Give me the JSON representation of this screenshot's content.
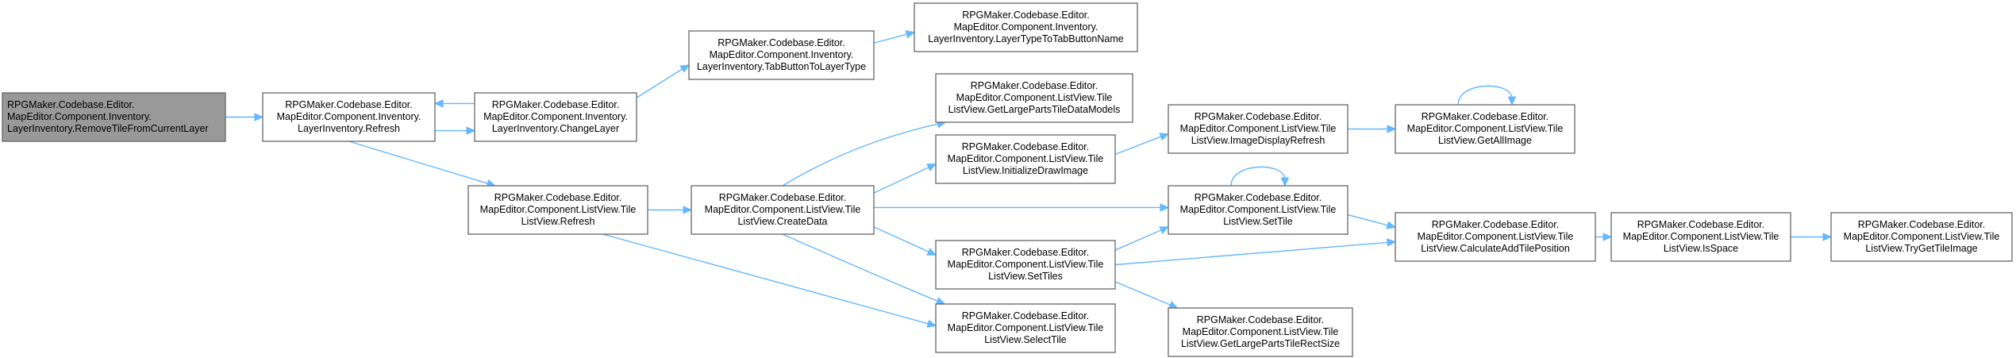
{
  "graph": {
    "background": "#ffffff",
    "edge_color": "#63b8ff",
    "root_fill": "#999999",
    "node_fill": "#ffffff",
    "node_border": "#666666",
    "nodes": [
      {
        "id": "remove",
        "root": true,
        "lines": [
          "RPGMaker.Codebase.Editor.",
          "MapEditor.Component.Inventory.",
          "LayerInventory.RemoveTileFromCurrentLayer"
        ]
      },
      {
        "id": "inv_refresh",
        "lines": [
          "RPGMaker.Codebase.Editor.",
          "MapEditor.Component.Inventory.",
          "LayerInventory.Refresh"
        ]
      },
      {
        "id": "change_layer",
        "lines": [
          "RPGMaker.Codebase.Editor.",
          "MapEditor.Component.Inventory.",
          "LayerInventory.ChangeLayer"
        ]
      },
      {
        "id": "tab_to_layer",
        "lines": [
          "RPGMaker.Codebase.Editor.",
          "MapEditor.Component.Inventory.",
          "LayerInventory.TabButtonToLayerType"
        ]
      },
      {
        "id": "layer_to_tab",
        "lines": [
          "RPGMaker.Codebase.Editor.",
          "MapEditor.Component.Inventory.",
          "LayerInventory.LayerTypeToTabButtonName"
        ]
      },
      {
        "id": "lv_refresh",
        "lines": [
          "RPGMaker.Codebase.Editor.",
          "MapEditor.Component.ListView.Tile",
          "ListView.Refresh"
        ]
      },
      {
        "id": "create_data",
        "lines": [
          "RPGMaker.Codebase.Editor.",
          "MapEditor.Component.ListView.Tile",
          "ListView.CreateData"
        ]
      },
      {
        "id": "get_large_models",
        "lines": [
          "RPGMaker.Codebase.Editor.",
          "MapEditor.Component.ListView.Tile",
          "ListView.GetLargePartsTileDataModels"
        ]
      },
      {
        "id": "init_draw",
        "lines": [
          "RPGMaker.Codebase.Editor.",
          "MapEditor.Component.ListView.Tile",
          "ListView.InitializeDrawImage"
        ]
      },
      {
        "id": "set_tiles",
        "lines": [
          "RPGMaker.Codebase.Editor.",
          "MapEditor.Component.ListView.Tile",
          "ListView.SetTiles"
        ]
      },
      {
        "id": "select_tile",
        "lines": [
          "RPGMaker.Codebase.Editor.",
          "MapEditor.Component.ListView.Tile",
          "ListView.SelectTile"
        ]
      },
      {
        "id": "image_refresh",
        "lines": [
          "RPGMaker.Codebase.Editor.",
          "MapEditor.Component.ListView.Tile",
          "ListView.ImageDisplayRefresh"
        ]
      },
      {
        "id": "set_tile",
        "lines": [
          "RPGMaker.Codebase.Editor.",
          "MapEditor.Component.ListView.Tile",
          "ListView.SetTile"
        ]
      },
      {
        "id": "get_large_rect",
        "lines": [
          "RPGMaker.Codebase.Editor.",
          "MapEditor.Component.ListView.Tile",
          "ListView.GetLargePartsTileRectSize"
        ]
      },
      {
        "id": "get_all_image",
        "lines": [
          "RPGMaker.Codebase.Editor.",
          "MapEditor.Component.ListView.Tile",
          "ListView.GetAllImage"
        ]
      },
      {
        "id": "calc_pos",
        "lines": [
          "RPGMaker.Codebase.Editor.",
          "MapEditor.Component.ListView.Tile",
          "ListView.CalculateAddTilePosition"
        ]
      },
      {
        "id": "is_space",
        "lines": [
          "RPGMaker.Codebase.Editor.",
          "MapEditor.Component.ListView.Tile",
          "ListView.IsSpace"
        ]
      },
      {
        "id": "try_get_image",
        "lines": [
          "RPGMaker.Codebase.Editor.",
          "MapEditor.Component.ListView.Tile",
          "ListView.TryGetTileImage"
        ]
      }
    ],
    "edges": [
      {
        "from": "remove",
        "to": "inv_refresh"
      },
      {
        "from": "inv_refresh",
        "to": "change_layer"
      },
      {
        "from": "change_layer",
        "to": "inv_refresh"
      },
      {
        "from": "inv_refresh",
        "to": "lv_refresh"
      },
      {
        "from": "change_layer",
        "to": "tab_to_layer"
      },
      {
        "from": "tab_to_layer",
        "to": "layer_to_tab"
      },
      {
        "from": "lv_refresh",
        "to": "create_data"
      },
      {
        "from": "lv_refresh",
        "to": "select_tile"
      },
      {
        "from": "create_data",
        "to": "get_large_models"
      },
      {
        "from": "create_data",
        "to": "init_draw"
      },
      {
        "from": "create_data",
        "to": "set_tile"
      },
      {
        "from": "create_data",
        "to": "set_tiles"
      },
      {
        "from": "create_data",
        "to": "select_tile"
      },
      {
        "from": "init_draw",
        "to": "image_refresh"
      },
      {
        "from": "image_refresh",
        "to": "get_all_image"
      },
      {
        "from": "get_all_image",
        "to": "get_all_image"
      },
      {
        "from": "set_tile",
        "to": "set_tile"
      },
      {
        "from": "set_tile",
        "to": "calc_pos"
      },
      {
        "from": "set_tiles",
        "to": "set_tile"
      },
      {
        "from": "set_tiles",
        "to": "calc_pos"
      },
      {
        "from": "set_tiles",
        "to": "get_large_rect"
      },
      {
        "from": "calc_pos",
        "to": "is_space"
      },
      {
        "from": "is_space",
        "to": "try_get_image"
      }
    ]
  }
}
